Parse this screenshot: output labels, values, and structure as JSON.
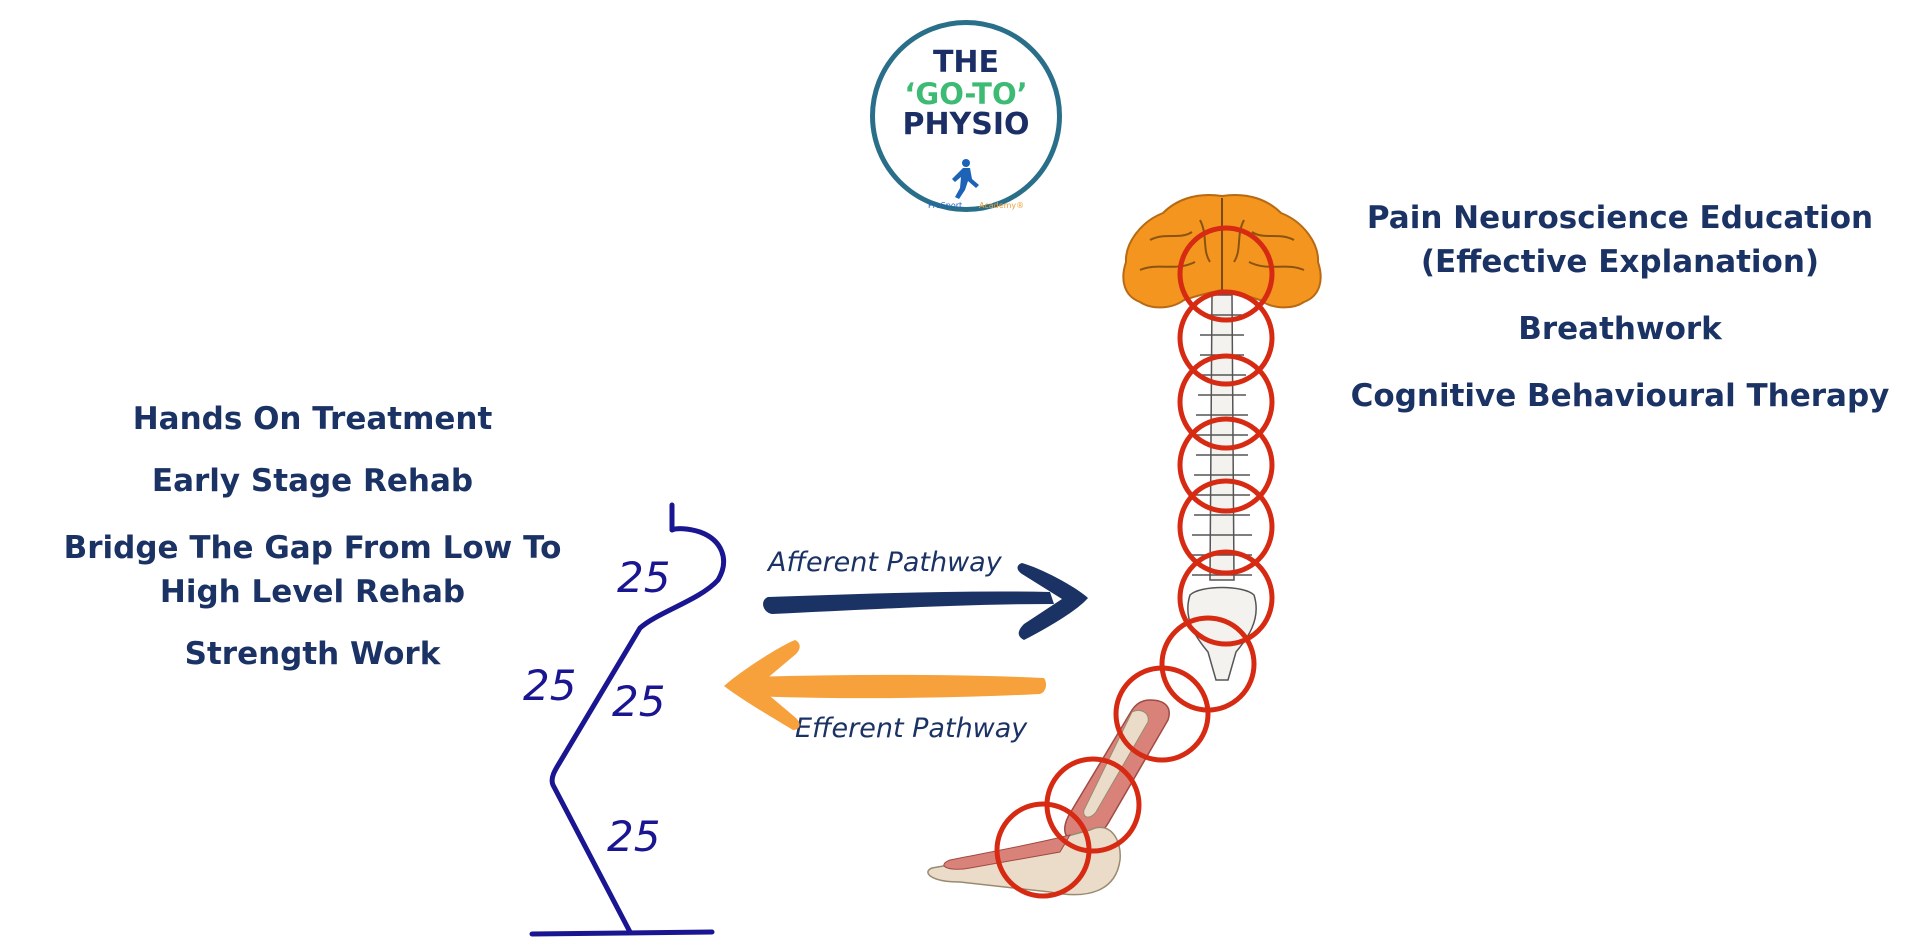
{
  "logo": {
    "line1": "THE",
    "line2": "‘GO-TO’",
    "line3": "PHYSIO",
    "brand_left": "ProSport",
    "brand_right": "Academy®"
  },
  "left_list": [
    "Hands On Treatment",
    "Early Stage Rehab",
    "Bridge The Gap From Low To High Level Rehab",
    "Strength Work"
  ],
  "right_list": [
    "Pain Neuroscience Education (Effective Explanation)",
    "Breathwork",
    "Cognitive Behavioural Therapy"
  ],
  "pathways": {
    "afferent": "Afferent Pathway",
    "efferent": "Efferent Pathway"
  },
  "sketch_labels": [
    "25",
    "25",
    "25",
    "25"
  ],
  "colors": {
    "text": "#1b3265",
    "afferent_arrow": "#1b3265",
    "efferent_arrow": "#f7a13c",
    "circles": "#d62a12",
    "brain": "#f3951f",
    "sketch": "#1a1590",
    "logo_green": "#3dba74"
  }
}
